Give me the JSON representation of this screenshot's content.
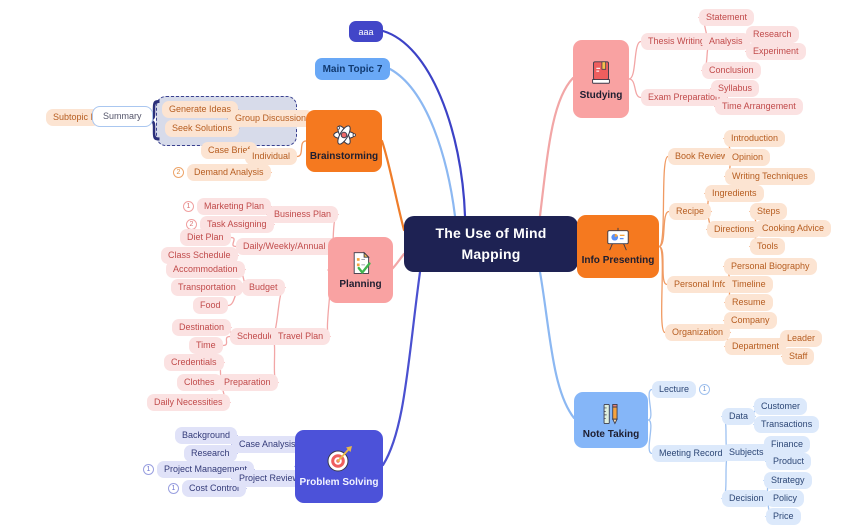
{
  "center": {
    "label": "The Use of Mind Mapping"
  },
  "topics": {
    "aaa": "aaa",
    "main_topic_7": "Main Topic 7",
    "brainstorming": "Brainstorming",
    "planning": "Planning",
    "problem_solving": "Problem Solving",
    "studying": "Studying",
    "info_presenting": "Info Presenting",
    "note_taking": "Note Taking"
  },
  "icons": {
    "brainstorming": "atom-icon",
    "planning": "clipboard-check-icon",
    "problem_solving": "target-arrow-icon",
    "studying": "book-icon",
    "info_presenting": "presentation-chart-icon",
    "note_taking": "ruler-pencil-icon"
  },
  "colors": {
    "center_bg": "#1e2253",
    "orange": "#f5791f",
    "pink": "#f9a2a2",
    "light_blue": "#85b6f8",
    "indigo": "#4c52d9",
    "aaa_bg": "#4246c8",
    "main7_bg": "#69a8f6"
  },
  "brainstorming": {
    "subtopic_1": "Subtopic I",
    "summary": "Summary",
    "generate_ideas": "Generate Ideas",
    "seek_solutions": "Seek Solutions",
    "group_discussion": "Group Discussion",
    "case_brief": "Case Brief",
    "demand_analysis": "Demand Analysis",
    "demand_analysis_badge": "2",
    "individual": "Individual"
  },
  "planning": {
    "marketing_plan": "Marketing Plan",
    "marketing_plan_badge": "1",
    "task_assigning": "Task Assigning",
    "task_assigning_badge": "2",
    "business_plan": "Business Plan",
    "diet_plan": "Diet Plan",
    "class_schedule": "Class Schedule",
    "daily_plan": "Daily/Weekly/Annual Plan",
    "accommodation": "Accommodation",
    "transportation": "Transportation",
    "food": "Food",
    "budget": "Budget",
    "destination": "Destination",
    "time": "Time",
    "schedule": "Schedule",
    "travel_plan": "Travel Plan",
    "credentials": "Credentials",
    "clothes": "Clothes",
    "daily_necessities": "Daily Necessities",
    "preparation": "Preparation"
  },
  "problem_solving": {
    "background": "Background",
    "research": "Research",
    "case_analysis": "Case Analysis",
    "project_management": "Project Management",
    "project_management_badge": "1",
    "cost_control": "Cost Control",
    "cost_control_badge": "1",
    "project_review": "Project Review"
  },
  "studying": {
    "thesis_writing": "Thesis Writing",
    "statement": "Statement",
    "analysis": "Analysis",
    "research": "Research",
    "experiment": "Experiment",
    "conclusion": "Conclusion",
    "exam_preparation": "Exam Preparation",
    "syllabus": "Syllabus",
    "time_arrangement": "Time Arrangement"
  },
  "info_presenting": {
    "book_review": "Book Review",
    "introduction": "Introduction",
    "opinion": "Opinion",
    "writing_techniques": "Writing Techniques",
    "recipe": "Recipe",
    "ingredients": "Ingredients",
    "directions": "Directions",
    "steps": "Steps",
    "cooking_advice": "Cooking Advice",
    "tools": "Tools",
    "personal_info": "Personal Info",
    "personal_biography": "Personal Biography",
    "timeline": "Timeline",
    "resume": "Resume",
    "organization": "Organization",
    "company": "Company",
    "department": "Department",
    "leader": "Leader",
    "staff": "Staff"
  },
  "note_taking": {
    "lecture": "Lecture",
    "lecture_badge": "1",
    "meeting_record": "Meeting Record",
    "data": "Data",
    "customer": "Customer",
    "transactions": "Transactions",
    "subjects": "Subjects",
    "finance": "Finance",
    "product": "Product",
    "decision": "Decision",
    "strategy": "Strategy",
    "policy": "Policy",
    "price": "Price"
  }
}
